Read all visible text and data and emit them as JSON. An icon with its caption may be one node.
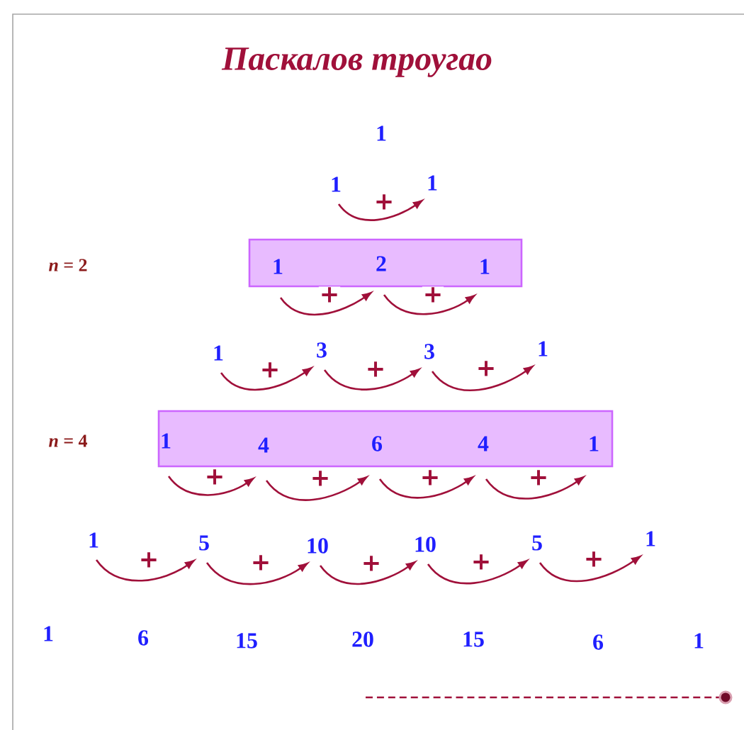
{
  "diagram": {
    "title": "Паскалов троугао",
    "nodes": [
      {
        "text": [
          "1"
        ]
      },
      {
        "text": [
          "1"
        ]
      },
      {
        "text": [
          "1"
        ]
      },
      {
        "text": [],
        "shape": "box"
      },
      {
        "text": [
          "1"
        ],
        "in": 3
      },
      {
        "text": [
          "2"
        ],
        "in": 3
      },
      {
        "text": [
          "1"
        ],
        "in": 3
      },
      {
        "text": [
          "1"
        ]
      },
      {
        "text": [
          "3"
        ]
      },
      {
        "text": [
          "3"
        ]
      },
      {
        "text": [
          "1"
        ]
      },
      {
        "text": [],
        "shape": "box"
      },
      {
        "text": [
          "1"
        ],
        "in": 11
      },
      {
        "text": [
          "4"
        ],
        "in": 11
      },
      {
        "text": [
          "6"
        ],
        "in": 11
      },
      {
        "text": [
          "4"
        ],
        "in": 11
      },
      {
        "text": [
          "1"
        ],
        "in": 11
      },
      {
        "text": [
          "1"
        ]
      },
      {
        "text": [
          "5"
        ]
      },
      {
        "text": [
          "10"
        ]
      },
      {
        "text": [
          "10"
        ]
      },
      {
        "text": [
          "5"
        ]
      },
      {
        "text": [
          "1"
        ]
      },
      {
        "text": [
          "1"
        ]
      },
      {
        "text": [
          "6"
        ]
      },
      {
        "text": [
          "15"
        ]
      },
      {
        "text": [
          "20"
        ]
      },
      {
        "text": [
          "15"
        ]
      },
      {
        "text": [
          "6"
        ]
      },
      {
        "text": [
          "1"
        ]
      }
    ],
    "edges": [
      {
        "from": 1,
        "to": 2,
        "arrow": "to",
        "label": "+"
      },
      {
        "from": 4,
        "to": 5,
        "arrow": "to",
        "label": "+"
      },
      {
        "from": 5,
        "to": 6,
        "arrow": "to",
        "label": "+"
      },
      {
        "from": 7,
        "to": 8,
        "arrow": "to",
        "label": "+"
      },
      {
        "from": 8,
        "to": 9,
        "arrow": "to",
        "label": "+"
      },
      {
        "from": 9,
        "to": 10,
        "arrow": "to",
        "label": "+"
      },
      {
        "from": 12,
        "to": 13,
        "arrow": "to",
        "label": "+"
      },
      {
        "from": 13,
        "to": 14,
        "arrow": "to",
        "label": "+"
      },
      {
        "from": 14,
        "to": 15,
        "arrow": "to",
        "label": "+"
      },
      {
        "from": 15,
        "to": 16,
        "arrow": "to",
        "label": "+"
      },
      {
        "from": 17,
        "to": 18,
        "arrow": "to",
        "label": "+"
      },
      {
        "from": 18,
        "to": 19,
        "arrow": "to",
        "label": "+"
      },
      {
        "from": 19,
        "to": 20,
        "arrow": "to",
        "label": "+"
      },
      {
        "from": 20,
        "to": 21,
        "arrow": "to",
        "label": "+"
      },
      {
        "from": 21,
        "to": 22,
        "arrow": "to",
        "label": "+"
      }
    ],
    "labels": [
      "*n* = 2",
      "*n* = 4"
    ]
  }
}
